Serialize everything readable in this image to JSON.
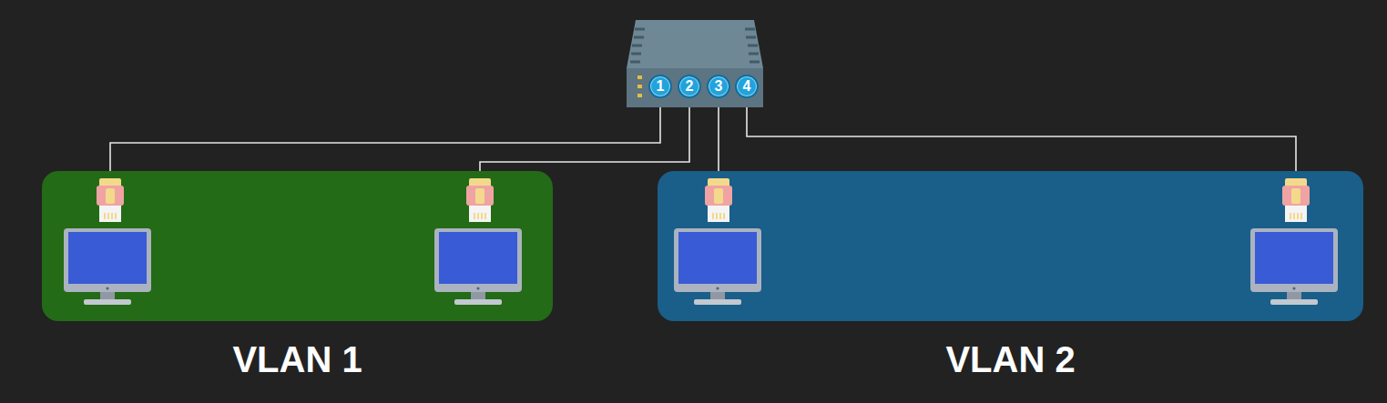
{
  "diagram": {
    "nodes": [
      {
        "text": [
          "1"
        ]
      },
      {
        "text": [
          "2"
        ]
      },
      {
        "text": [
          "3"
        ]
      },
      {
        "text": [
          "4"
        ]
      },
      {
        "text": [
          "VLAN 1"
        ]
      },
      {
        "text": [
          "VLAN 2"
        ]
      }
    ],
    "edges": [
      {
        "from": 0,
        "to": 4,
        "arrow": "none"
      },
      {
        "from": 1,
        "to": 4,
        "arrow": "none"
      },
      {
        "from": 2,
        "to": 5,
        "arrow": "none"
      },
      {
        "from": 3,
        "to": 5,
        "arrow": "none"
      }
    ]
  }
}
